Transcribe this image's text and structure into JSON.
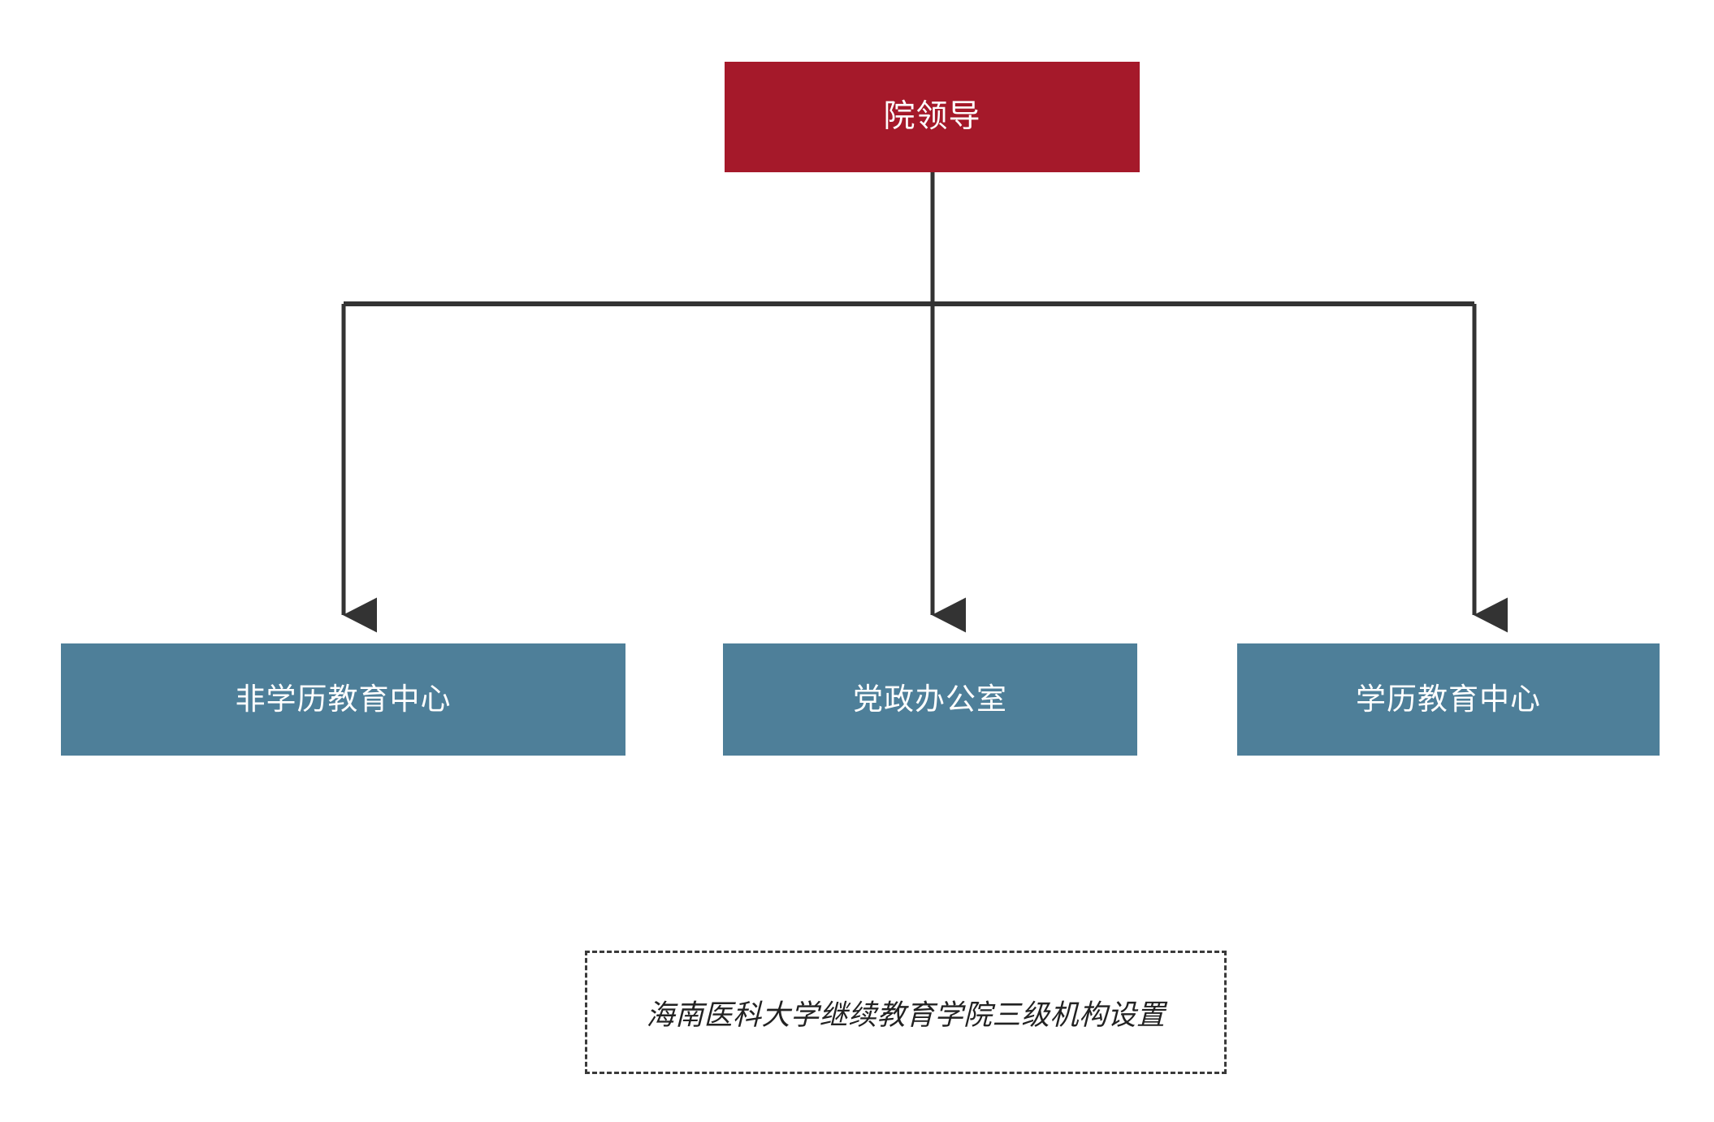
{
  "diagram": {
    "title_caption": "海南医科大学继续教育学院三级机构设置",
    "root": {
      "label": "院领导",
      "fill": "#A5192A",
      "text_color": "#FFFFFF"
    },
    "children": [
      {
        "label": "非学历教育中心",
        "fill": "#4E7F99",
        "text_color": "#FFFFFF"
      },
      {
        "label": "党政办公室",
        "fill": "#4E7F99",
        "text_color": "#FFFFFF"
      },
      {
        "label": "学历教育中心",
        "fill": "#4E7F99",
        "text_color": "#FFFFFF"
      }
    ],
    "connector": {
      "color": "#333333",
      "style": "orthogonal-with-arrowheads"
    },
    "caption_border": {
      "color": "#3A3A3A",
      "style": "dashed"
    },
    "background": "#FFFFFF"
  }
}
